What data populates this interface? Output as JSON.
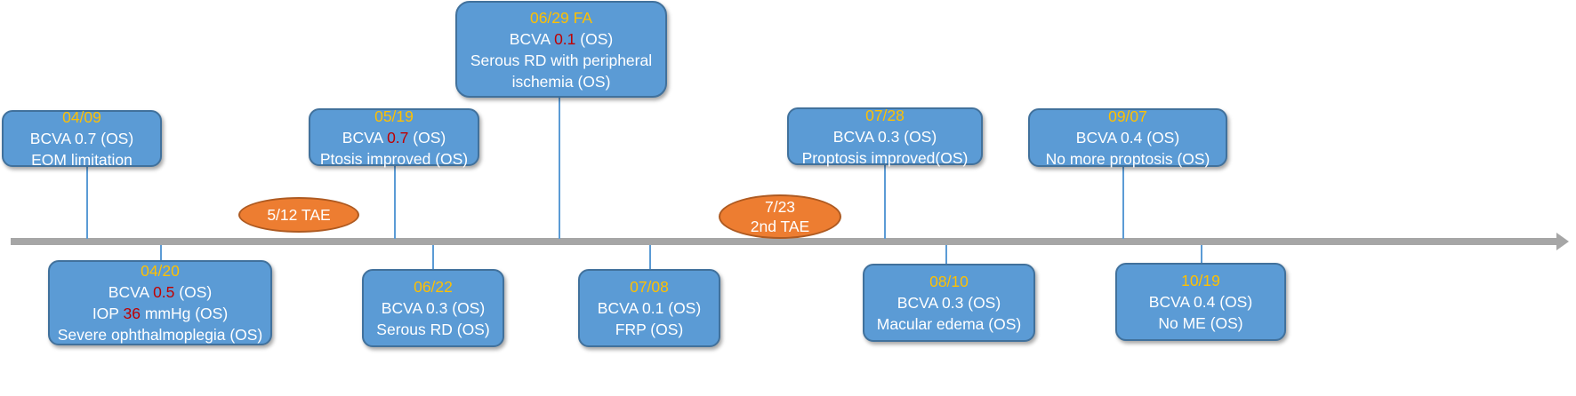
{
  "colors": {
    "box_fill": "#5b9bd5",
    "box_border": "#41719c",
    "date_text": "#ffc000",
    "highlight_text": "#c00000",
    "oval_fill": "#ed7d31",
    "axis": "#a6a6a6"
  },
  "events": [
    {
      "date": "04/09",
      "l1_pre": "BCVA 0.7 (OS)",
      "l2": "EOM limitation"
    },
    {
      "date": "04/20",
      "l1_pre": "BCVA ",
      "l1_hl": "0.5",
      "l1_post": " (OS)",
      "l2_pre": "IOP ",
      "l2_hl": "36",
      "l2_post": " mmHg (OS)",
      "l3": "Severe ophthalmoplegia (OS)"
    },
    {
      "date": "05/19",
      "l1_pre": "BCVA ",
      "l1_hl": "0.7",
      "l1_post": " (OS)",
      "l2": "Ptosis improved (OS)"
    },
    {
      "date": "06/22",
      "l1_pre": "BCVA 0.3 (OS)",
      "l2": "Serous RD (OS)"
    },
    {
      "date": "06/29 FA",
      "l1_pre": "BCVA ",
      "l1_hl": "0.1",
      "l1_post": " (OS)",
      "l2": "Serous RD with peripheral",
      "l3": "ischemia (OS)"
    },
    {
      "date": "07/08",
      "l1_pre": "BCVA 0.1 (OS)",
      "l2": "FRP (OS)"
    },
    {
      "date": "07/28",
      "l1_pre": "BCVA 0.3 (OS)",
      "l2": "Proptosis improved(OS)"
    },
    {
      "date": "08/10",
      "l1_pre": "BCVA 0.3 (OS)",
      "l2": "Macular edema (OS)"
    },
    {
      "date": "09/07",
      "l1_pre": "BCVA 0.4 (OS)",
      "l2": "No more proptosis (OS)"
    },
    {
      "date": "10/19",
      "l1_pre": "BCVA 0.4 (OS)",
      "l2": "No ME (OS)"
    }
  ],
  "treatments": [
    {
      "line1": "5/12 TAE"
    },
    {
      "line1": "7/23",
      "line2": "2nd TAE"
    }
  ]
}
